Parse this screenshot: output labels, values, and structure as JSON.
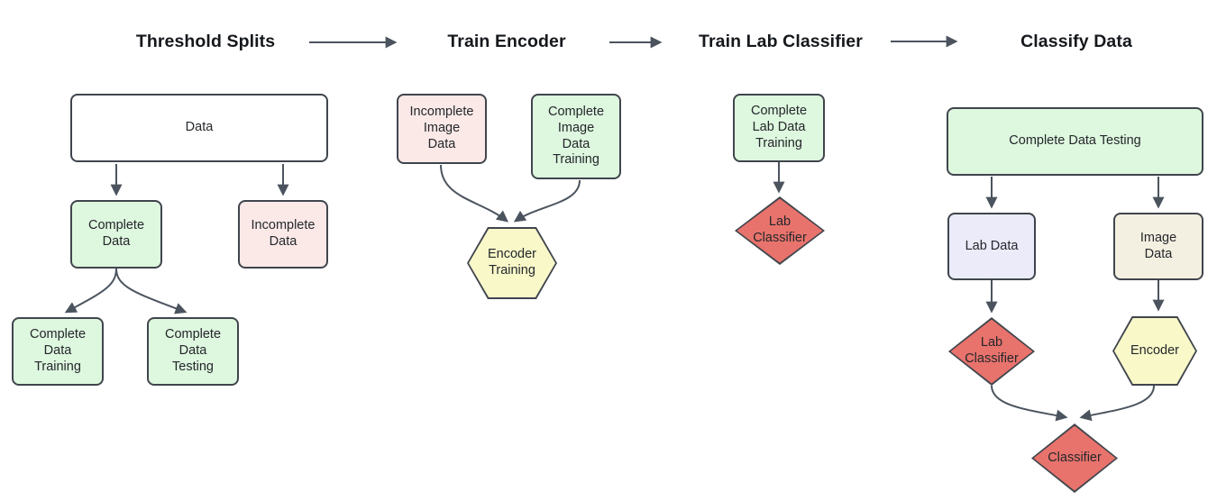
{
  "header": {
    "steps": [
      {
        "label": "Threshold Splits"
      },
      {
        "label": "Train Encoder"
      },
      {
        "label": "Train Lab Classifier"
      },
      {
        "label": "Classify Data"
      }
    ]
  },
  "nodes": {
    "data": {
      "label": "Data"
    },
    "complete_data": {
      "label": "Complete\nData"
    },
    "incomplete_data": {
      "label": "Incomplete\nData"
    },
    "complete_data_training": {
      "label": "Complete\nData\nTraining"
    },
    "complete_data_testing": {
      "label": "Complete\nData\nTesting"
    },
    "incomplete_image_data": {
      "label": "Incomplete\nImage\nData"
    },
    "complete_image_data_training": {
      "label": "Complete\nImage\nData\nTraining"
    },
    "encoder_training": {
      "label": "Encoder\nTraining"
    },
    "complete_lab_data_training": {
      "label": "Complete\nLab Data\nTraining"
    },
    "lab_classifier_train": {
      "label": "Lab\nClassifier"
    },
    "complete_data_testing_wide": {
      "label": "Complete Data Testing"
    },
    "lab_data": {
      "label": "Lab Data"
    },
    "image_data": {
      "label": "Image\nData"
    },
    "lab_classifier_apply": {
      "label": "Lab\nClassifier"
    },
    "encoder": {
      "label": "Encoder"
    },
    "classifier": {
      "label": "Classifier"
    }
  },
  "edges": [
    {
      "from": "Threshold Splits",
      "to": "Train Encoder"
    },
    {
      "from": "Train Encoder",
      "to": "Train Lab Classifier"
    },
    {
      "from": "Train Lab Classifier",
      "to": "Classify Data"
    },
    {
      "from": "Data",
      "to": "Complete Data"
    },
    {
      "from": "Data",
      "to": "Incomplete Data"
    },
    {
      "from": "Complete Data",
      "to": "Complete Data Training"
    },
    {
      "from": "Complete Data",
      "to": "Complete Data Testing"
    },
    {
      "from": "Incomplete Image Data",
      "to": "Encoder Training"
    },
    {
      "from": "Complete Image Data Training",
      "to": "Encoder Training"
    },
    {
      "from": "Complete Lab Data Training",
      "to": "Lab Classifier"
    },
    {
      "from": "Complete Data Testing",
      "to": "Lab Data"
    },
    {
      "from": "Complete Data Testing",
      "to": "Image Data"
    },
    {
      "from": "Lab Data",
      "to": "Lab Classifier"
    },
    {
      "from": "Image Data",
      "to": "Encoder"
    },
    {
      "from": "Lab Classifier",
      "to": "Classifier"
    },
    {
      "from": "Encoder",
      "to": "Classifier"
    }
  ],
  "colors": {
    "white": "#ffffff",
    "green": "#def7df",
    "pink": "#fbe9e8",
    "yellow": "#f8f8c9",
    "lavender": "#ebebfa",
    "beige": "#f4f0e1",
    "red": "#e8736c",
    "border": "#40454d",
    "arrow": "#4b545e",
    "text": "#24272b"
  }
}
